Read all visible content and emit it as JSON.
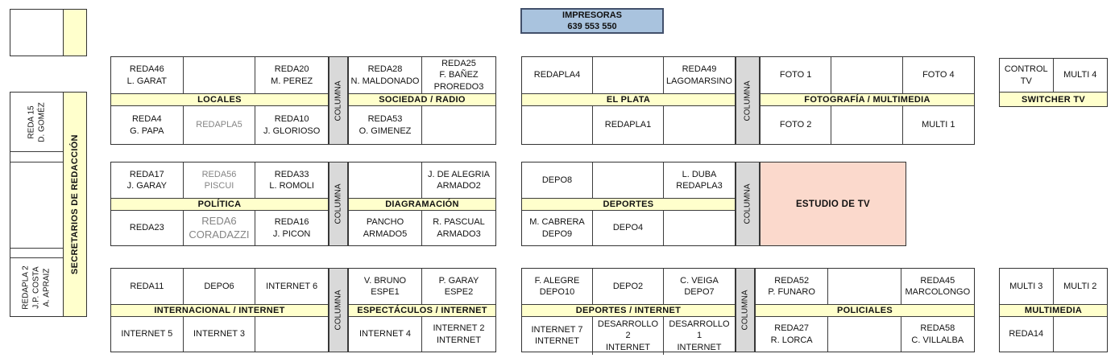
{
  "printers": {
    "text": "IMPRESORAS\n639   553   550"
  },
  "labels": {
    "columna": "COLUMNA",
    "estudio": "ESTUDIO DE TV",
    "secretarios": "SECRETARIOS DE REDACCIÓN"
  },
  "left_panel": {
    "desk_top": "REDA 15\nD. GOMÉZ",
    "desk_bottom": "REDAPLA 2\nJ.P. COSTA\nA. APRAIZ"
  },
  "blocks": [
    {
      "name": "LOCALES",
      "top": [
        {
          "t": "REDA46\nL. GARAT"
        },
        {
          "t": ""
        },
        {
          "t": "REDA20\nM. PEREZ"
        }
      ],
      "bottom": [
        {
          "t": "REDA4\nG. PAPA"
        },
        {
          "t": "REDAPLA5",
          "style": "muted"
        },
        {
          "t": "REDA10\nJ. GLORIOSO"
        }
      ]
    },
    {
      "name": "SOCIEDAD / RADIO",
      "top": [
        {
          "t": "REDA28\nN. MALDONADO"
        },
        {
          "t": "REDA25\nF. BAÑEZ\nPROREDO3"
        }
      ],
      "bottom": [
        {
          "t": "REDA53\nO. GIMENEZ"
        },
        {
          "t": ""
        }
      ]
    },
    {
      "name": "EL PLATA",
      "top": [
        {
          "t": "REDAPLA4"
        },
        {
          "t": ""
        },
        {
          "t": "REDA49\nLAGOMARSINO"
        }
      ],
      "bottom": [
        {
          "t": ""
        },
        {
          "t": "REDAPLA1"
        },
        {
          "t": ""
        }
      ]
    },
    {
      "name": "FOTOGRAFÍA / MULTIMEDIA",
      "top": [
        {
          "t": "FOTO 1"
        },
        {
          "t": ""
        },
        {
          "t": "FOTO 4"
        }
      ],
      "bottom": [
        {
          "t": "FOTO 2"
        },
        {
          "t": ""
        },
        {
          "t": "MULTI 1"
        }
      ]
    },
    {
      "name": "SWITCHER TV",
      "top": [
        {
          "t": "CONTROL TV"
        },
        {
          "t": "MULTI 4"
        }
      ],
      "bottom": null
    },
    {
      "name": "POLÍTICA",
      "top": [
        {
          "t": "REDA17\nJ. GARAY"
        },
        {
          "t": "REDA56\nPISCUI",
          "style": "muted"
        },
        {
          "t": "REDA33\nL. ROMOLI"
        }
      ],
      "bottom": [
        {
          "t": "REDA23"
        },
        {
          "t": "REDA6\nCORADAZZI",
          "style": "muted lg"
        },
        {
          "t": "REDA16\nJ. PICON"
        }
      ]
    },
    {
      "name": "DIAGRAMACIÓN",
      "top": [
        {
          "t": ""
        },
        {
          "t": "J. DE ALEGRIA\nARMADO2"
        }
      ],
      "bottom": [
        {
          "t": "PANCHO\nARMADO5"
        },
        {
          "t": "R. PASCUAL\nARMADO3"
        }
      ]
    },
    {
      "name": "DEPORTES",
      "top": [
        {
          "t": "DEPO8"
        },
        {
          "t": ""
        },
        {
          "t": "L. DUBA\nREDAPLA3"
        }
      ],
      "bottom": [
        {
          "t": "M. CABRERA\nDEPO9"
        },
        {
          "t": "DEPO4"
        },
        {
          "t": ""
        }
      ]
    },
    {
      "name": "INTERNACIONAL / INTERNET",
      "top": [
        {
          "t": "REDA11"
        },
        {
          "t": "DEPO6"
        },
        {
          "t": "INTERNET 6"
        }
      ],
      "bottom": [
        {
          "t": "INTERNET 5"
        },
        {
          "t": "INTERNET 3"
        },
        {
          "t": ""
        }
      ]
    },
    {
      "name": "ESPECTÁCULOS / INTERNET",
      "top": [
        {
          "t": "V. BRUNO\nESPE1"
        },
        {
          "t": "P. GARAY\nESPE2"
        }
      ],
      "bottom": [
        {
          "t": "INTERNET 4"
        },
        {
          "t": "INTERNET 2\nINTERNET"
        }
      ]
    },
    {
      "name": "DEPORTES / INTERNET",
      "top": [
        {
          "t": "F. ALEGRE\nDEPO10"
        },
        {
          "t": "DEPO2"
        },
        {
          "t": "C. VEIGA\nDEPO7"
        }
      ],
      "bottom": [
        {
          "t": "INTERNET 7\nINTERNET"
        },
        {
          "t": "DESARROLLO 2\nINTERNET"
        },
        {
          "t": "DESARROLLO 1\nINTERNET"
        }
      ]
    },
    {
      "name": "POLICIALES",
      "top": [
        {
          "t": "REDA52\nP. FUNARO"
        },
        {
          "t": ""
        },
        {
          "t": "REDA45\nMARCOLONGO"
        }
      ],
      "bottom": [
        {
          "t": "REDA27\nR. LORCA"
        },
        {
          "t": ""
        },
        {
          "t": "REDA58\nC. VILLALBA"
        }
      ]
    },
    {
      "name": "MULTIMEDIA",
      "top": [
        {
          "t": "MULTI 3"
        },
        {
          "t": "MULTI 2"
        }
      ],
      "bottom": [
        {
          "t": "REDA14"
        },
        {
          "t": ""
        }
      ]
    }
  ]
}
